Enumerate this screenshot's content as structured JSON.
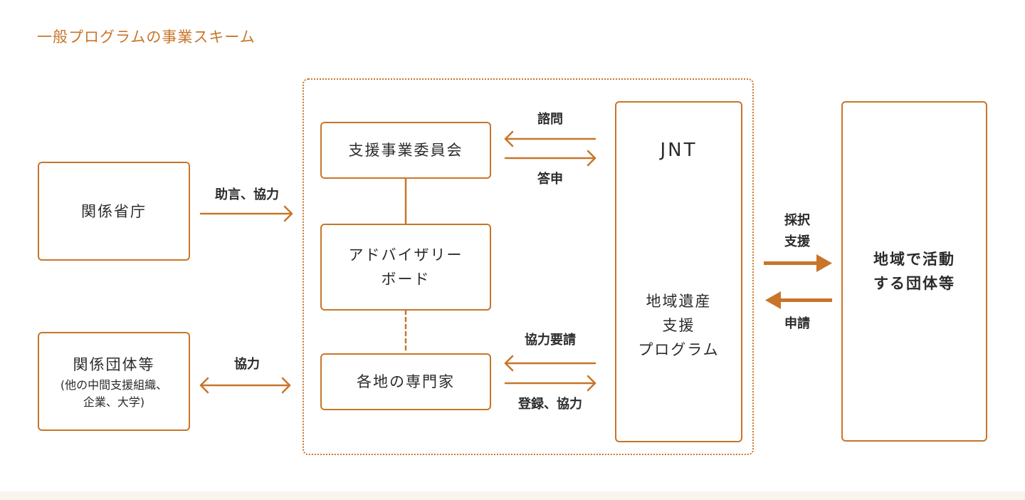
{
  "title": "一般プログラムの事業スキーム",
  "colors": {
    "accent": "#c8752a",
    "text": "#2b2b2b",
    "background": "#ffffff"
  },
  "boxes": {
    "ministries": {
      "label": "関係省庁"
    },
    "organizations": {
      "label": "関係団体等",
      "note_line1": "(他の中間支援組織、",
      "note_line2": "企業、大学)"
    },
    "committee": {
      "label": "支援事業委員会"
    },
    "advisory_board": {
      "line1": "アドバイザリー",
      "line2": "ボード"
    },
    "experts": {
      "label": "各地の専門家"
    },
    "jnt": {
      "title": "JNT",
      "line1": "地域遺産",
      "line2": "支援",
      "line3": "プログラム"
    },
    "local_groups": {
      "line1": "地域で活動",
      "line2": "する団体等"
    }
  },
  "arrow_labels": {
    "advice_cooperation": "助言、協力",
    "cooperation": "協力",
    "consult": "諮問",
    "report": "答申",
    "request_cooperation": "協力要請",
    "register_cooperation": "登録、協力",
    "adopt_line1": "採択",
    "adopt_line2": "支援",
    "apply": "申請"
  }
}
